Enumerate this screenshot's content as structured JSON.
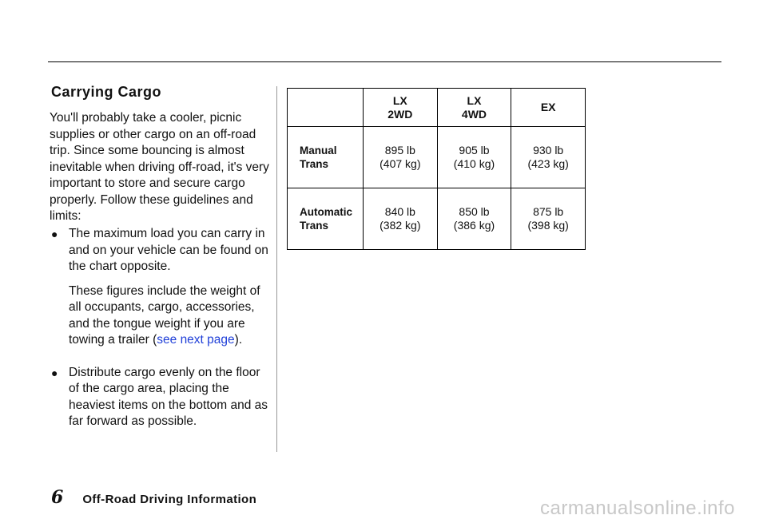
{
  "section": {
    "title": "Carrying Cargo",
    "intro": "You'll probably take a cooler, picnic supplies or other cargo on an off-road trip. Since some bouncing is almost inevitable when driving off-road, it's very important to store and secure cargo properly. Follow these guidelines and limits:"
  },
  "bullets": [
    {
      "text": "The maximum load you can carry in and on your vehicle can be found on the chart opposite.",
      "sub_before": "These figures include the weight of all occupants, cargo, accessories, and the tongue weight if you are towing a trailer (",
      "link": "see next page",
      "sub_after": ")."
    },
    {
      "text": "Distribute cargo evenly on the floor of the cargo area, placing the heaviest items on the bottom and as far forward as possible."
    }
  ],
  "table": {
    "columns": [
      {
        "line1": "LX",
        "line2": "2WD"
      },
      {
        "line1": "LX",
        "line2": "4WD"
      },
      {
        "line1": "EX",
        "line2": ""
      }
    ],
    "rows": [
      {
        "label1": "Manual",
        "label2": "Trans",
        "cells": [
          {
            "lb": "895 lb",
            "kg": "(407 kg)"
          },
          {
            "lb": "905 lb",
            "kg": "(410 kg)"
          },
          {
            "lb": "930 lb",
            "kg": "(423 kg)"
          }
        ]
      },
      {
        "label1": "Automatic",
        "label2": "Trans",
        "cells": [
          {
            "lb": "840 lb",
            "kg": "(382 kg)"
          },
          {
            "lb": "850 lb",
            "kg": "(386 kg)"
          },
          {
            "lb": "875 lb",
            "kg": "(398 kg)"
          }
        ]
      }
    ]
  },
  "footer": {
    "page_number": "6",
    "title": "Off-Road Driving Information"
  },
  "watermark": "carmanualsonline.info"
}
